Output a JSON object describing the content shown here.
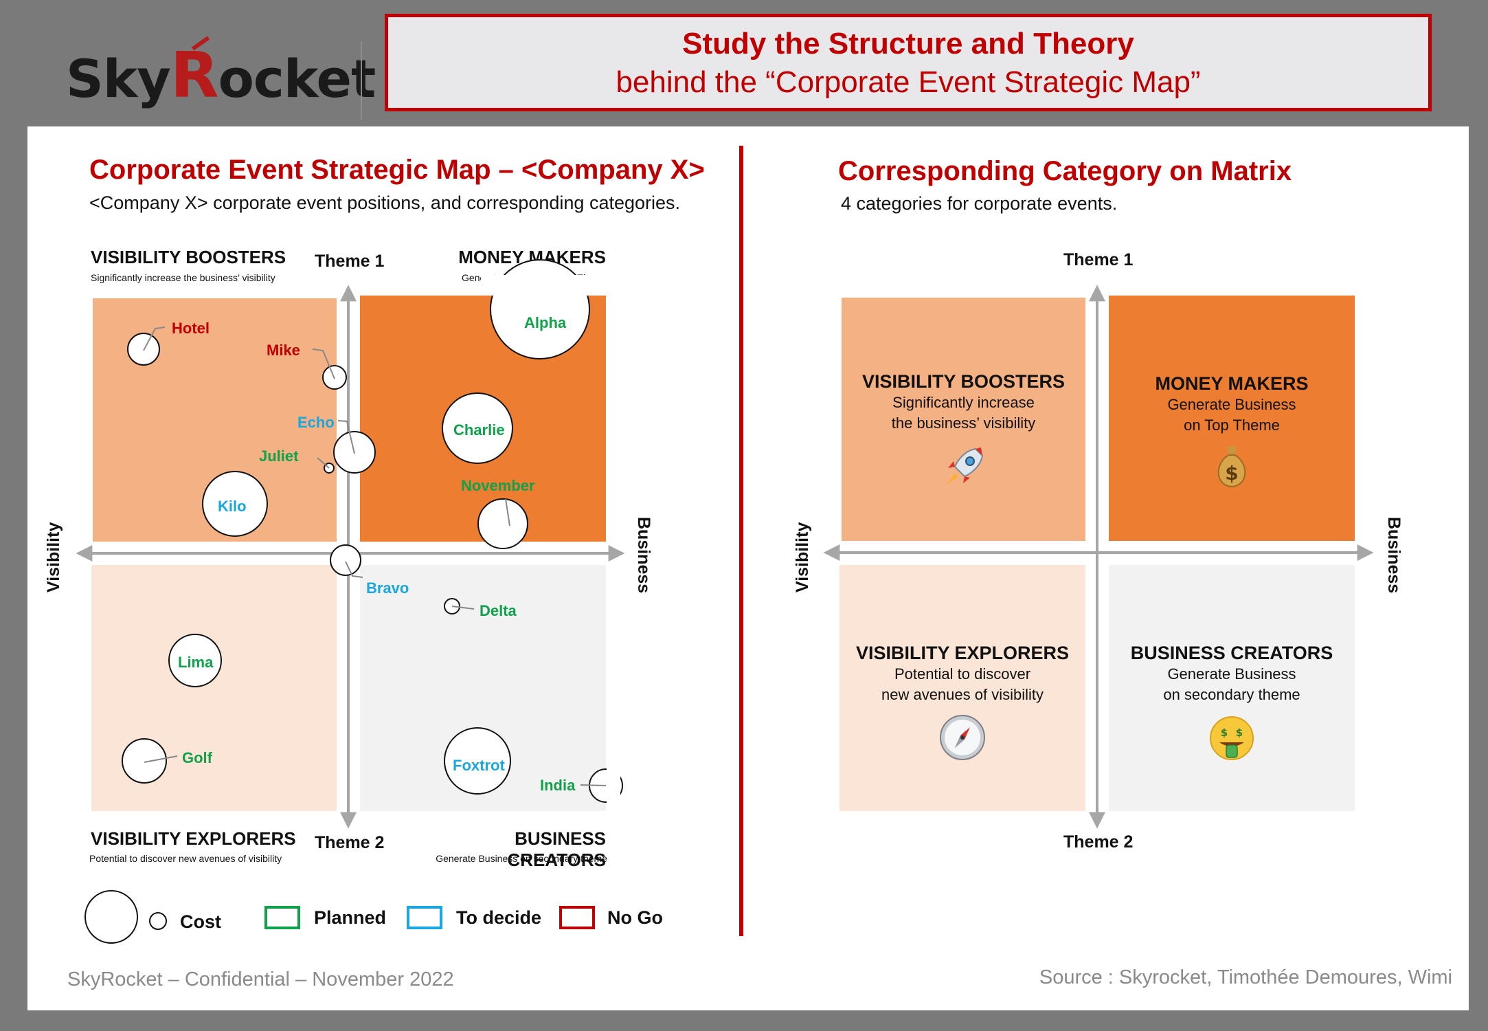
{
  "header": {
    "logo_text_a": "Sky",
    "logo_text_r": "R",
    "logo_text_b": "ocket",
    "title_line1": "Study the Structure and Theory",
    "title_line2": "behind the “Corporate Event Strategic Map”"
  },
  "left": {
    "title": "Corporate Event Strategic Map – <Company X>",
    "subtitle": "<Company X> corporate event positions, and corresponding categories.",
    "quadrants": {
      "tl": {
        "name": "VISIBILITY BOOSTERS",
        "desc": "Significantly increase the business’ visibility"
      },
      "tr": {
        "name": "MONEY MAKERS",
        "desc": "Generate Business on Top Theme"
      },
      "bl": {
        "name": "VISIBILITY EXPLORERS",
        "desc": "Potential to discover new avenues of visibility"
      },
      "br": {
        "name": "BUSINESS CREATORS",
        "desc": "Generate Business on secondary theme"
      }
    },
    "axes": {
      "top": "Theme 1",
      "bottom": "Theme 2",
      "left": "Visibility",
      "right": "Business"
    }
  },
  "events": [
    {
      "name": "Hotel",
      "status": "No Go",
      "category": "VISIBILITY BOOSTERS"
    },
    {
      "name": "Mike",
      "status": "No Go",
      "category": "VISIBILITY BOOSTERS"
    },
    {
      "name": "Echo",
      "status": "To decide",
      "category": "VISIBILITY BOOSTERS"
    },
    {
      "name": "Juliet",
      "status": "Planned",
      "category": "VISIBILITY BOOSTERS"
    },
    {
      "name": "Kilo",
      "status": "To decide",
      "category": "VISIBILITY BOOSTERS"
    },
    {
      "name": "Alpha",
      "status": "Planned",
      "category": "MONEY MAKERS"
    },
    {
      "name": "Charlie",
      "status": "Planned",
      "category": "MONEY MAKERS"
    },
    {
      "name": "November",
      "status": "Planned",
      "category": "MONEY MAKERS"
    },
    {
      "name": "Bravo",
      "status": "To decide",
      "category": "BUSINESS CREATORS"
    },
    {
      "name": "Delta",
      "status": "Planned",
      "category": "BUSINESS CREATORS"
    },
    {
      "name": "Foxtrot",
      "status": "To decide",
      "category": "BUSINESS CREATORS"
    },
    {
      "name": "India",
      "status": "Planned",
      "category": "BUSINESS CREATORS"
    },
    {
      "name": "Lima",
      "status": "Planned",
      "category": "VISIBILITY EXPLORERS"
    },
    {
      "name": "Golf",
      "status": "Planned",
      "category": "VISIBILITY EXPLORERS"
    }
  ],
  "legend": {
    "cost": "Cost",
    "planned": "Planned",
    "to_decide": "To decide",
    "no_go": "No Go",
    "colors": {
      "planned": "#12a14b",
      "to_decide": "#1aa7e0",
      "no_go": "#c00000"
    }
  },
  "right": {
    "title": "Corresponding Category on Matrix",
    "subtitle": "4 categories for corporate events.",
    "axes": {
      "top": "Theme 1",
      "bottom": "Theme 2",
      "left": "Visibility",
      "right": "Business"
    },
    "cards": {
      "tl": {
        "name": "VISIBILITY BOOSTERS",
        "line1": "Significantly increase",
        "line2": "the business’ visibility",
        "icon": "rocket-icon"
      },
      "tr": {
        "name": "MONEY MAKERS",
        "line1": "Generate Business",
        "line2": "on Top Theme",
        "icon": "money-bag-icon"
      },
      "bl": {
        "name": "VISIBILITY EXPLORERS",
        "line1": "Potential to discover",
        "line2": "new avenues of visibility",
        "icon": "compass-icon"
      },
      "br": {
        "name": "BUSINESS CREATORS",
        "line1": "Generate Business",
        "line2": "on secondary theme",
        "icon": "money-mouth-face-icon"
      }
    }
  },
  "colors": {
    "money_makers": "#ed7d31",
    "visibility_boosters": "#f4b183",
    "visibility_explorers": "#fbe5d6",
    "business_creators": "#f2f2f2",
    "accent": "#c00000"
  },
  "footer": {
    "left": "SkyRocket – Confidential – November 2022",
    "right": "Source : Skyrocket, Timothée Demoures, Wimi"
  }
}
